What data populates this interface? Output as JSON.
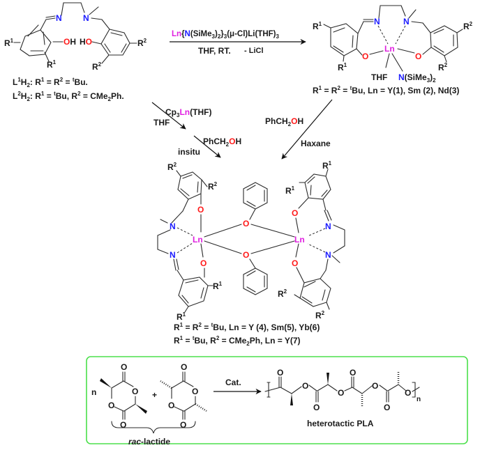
{
  "colors": {
    "nitrogen": "#1a1aff",
    "oxygen": "#ff1a1a",
    "lanthanide": "#e020e0",
    "box_border": "#4be04b",
    "bond": "#2a2a2a"
  },
  "ligand": {
    "atoms": {
      "N1": "N",
      "N2": "N",
      "OH_left": "OH",
      "HO_right": "HO",
      "O": "O",
      "H": "H"
    },
    "substituents": {
      "R1": "R",
      "R1_sup": "1",
      "R2": "R",
      "R2_sup": "2"
    },
    "legend": [
      {
        "name": "L",
        "sup": "1",
        "mid": "H",
        "sub": "2",
        "text": ": R",
        "r1sup": "1",
        "eq": " = R",
        "r2sup": "2",
        "eq2": " = ",
        "tsup": "t",
        "val": "Bu."
      },
      {
        "name": "L",
        "sup": "2",
        "mid": "H",
        "sub": "2",
        "text": ": R",
        "r1sup": "1",
        "eq": " = ",
        "tsup": "t",
        "val": "Bu, R",
        "r2sup": "2",
        "tail": " = CMe",
        "tailsub": "2",
        "tailend": "Ph."
      }
    ]
  },
  "reaction1": {
    "reagent": {
      "ln": "Ln",
      "brace": "{",
      "n": "N",
      "rest1": "(SiMe",
      "s1": "3",
      "rest2": ")",
      "s2": "2",
      "rest3": "}",
      "s3": "3",
      "rest4": "(μ-Cl)Li(THF)",
      "s4": "3"
    },
    "conditions": "THF, RT.",
    "byproduct": "- LiCl"
  },
  "complex1": {
    "atoms": {
      "N": "N",
      "O": "O",
      "Ln": "Ln"
    },
    "ligands": {
      "thf": "THF",
      "amide_n": "N",
      "amide_rest": "(SiMe",
      "amide_sub1": "3",
      "amide_close": ")",
      "amide_sub2": "2"
    },
    "caption": {
      "r": "R",
      "s1": "1",
      "eq1": " = R",
      "s2": "2",
      "eq2": " = ",
      "t": "t",
      "rest": "Bu, Ln = Y(1), Sm (2), Nd(3)"
    }
  },
  "reaction2": {
    "reagent_pre": "Cp",
    "reagent_sub": "3",
    "reagent_ln": "Ln",
    "reagent_post": "(THF)",
    "solvent": "THF",
    "alcohol": {
      "pre": "PhCH",
      "sub": "2",
      "o": "O",
      "h": "H"
    },
    "mode": "insitu"
  },
  "reaction3": {
    "alcohol": {
      "pre": "PhCH",
      "sub": "2",
      "o": "O",
      "h": "H"
    },
    "solvent": "Haxane"
  },
  "dimer": {
    "atoms": {
      "N": "N",
      "O": "O",
      "Ln": "Ln"
    },
    "captions": [
      {
        "r": "R",
        "s1": "1",
        "eq1": " = R",
        "s2": "2",
        "eq2": " = ",
        "t": "t",
        "rest": "Bu, Ln = Y (4), Sm(5), Yb(6)"
      },
      {
        "r": "R",
        "s1": "1",
        "eq1": " = ",
        "t": "t",
        "mid": "Bu, R",
        "s2": "2",
        "eq2": " = CMe",
        "sub": "2",
        "rest": "Ph, Ln = Y(7)"
      }
    ]
  },
  "polymerization": {
    "multiplier": "n",
    "plus": "+",
    "monomer_label_italic": "rac",
    "monomer_label_rest": "-lactide",
    "catalyst": "Cat.",
    "product_label": "heterotactic PLA",
    "repeat_subscript": "n",
    "atom_o": "O"
  }
}
